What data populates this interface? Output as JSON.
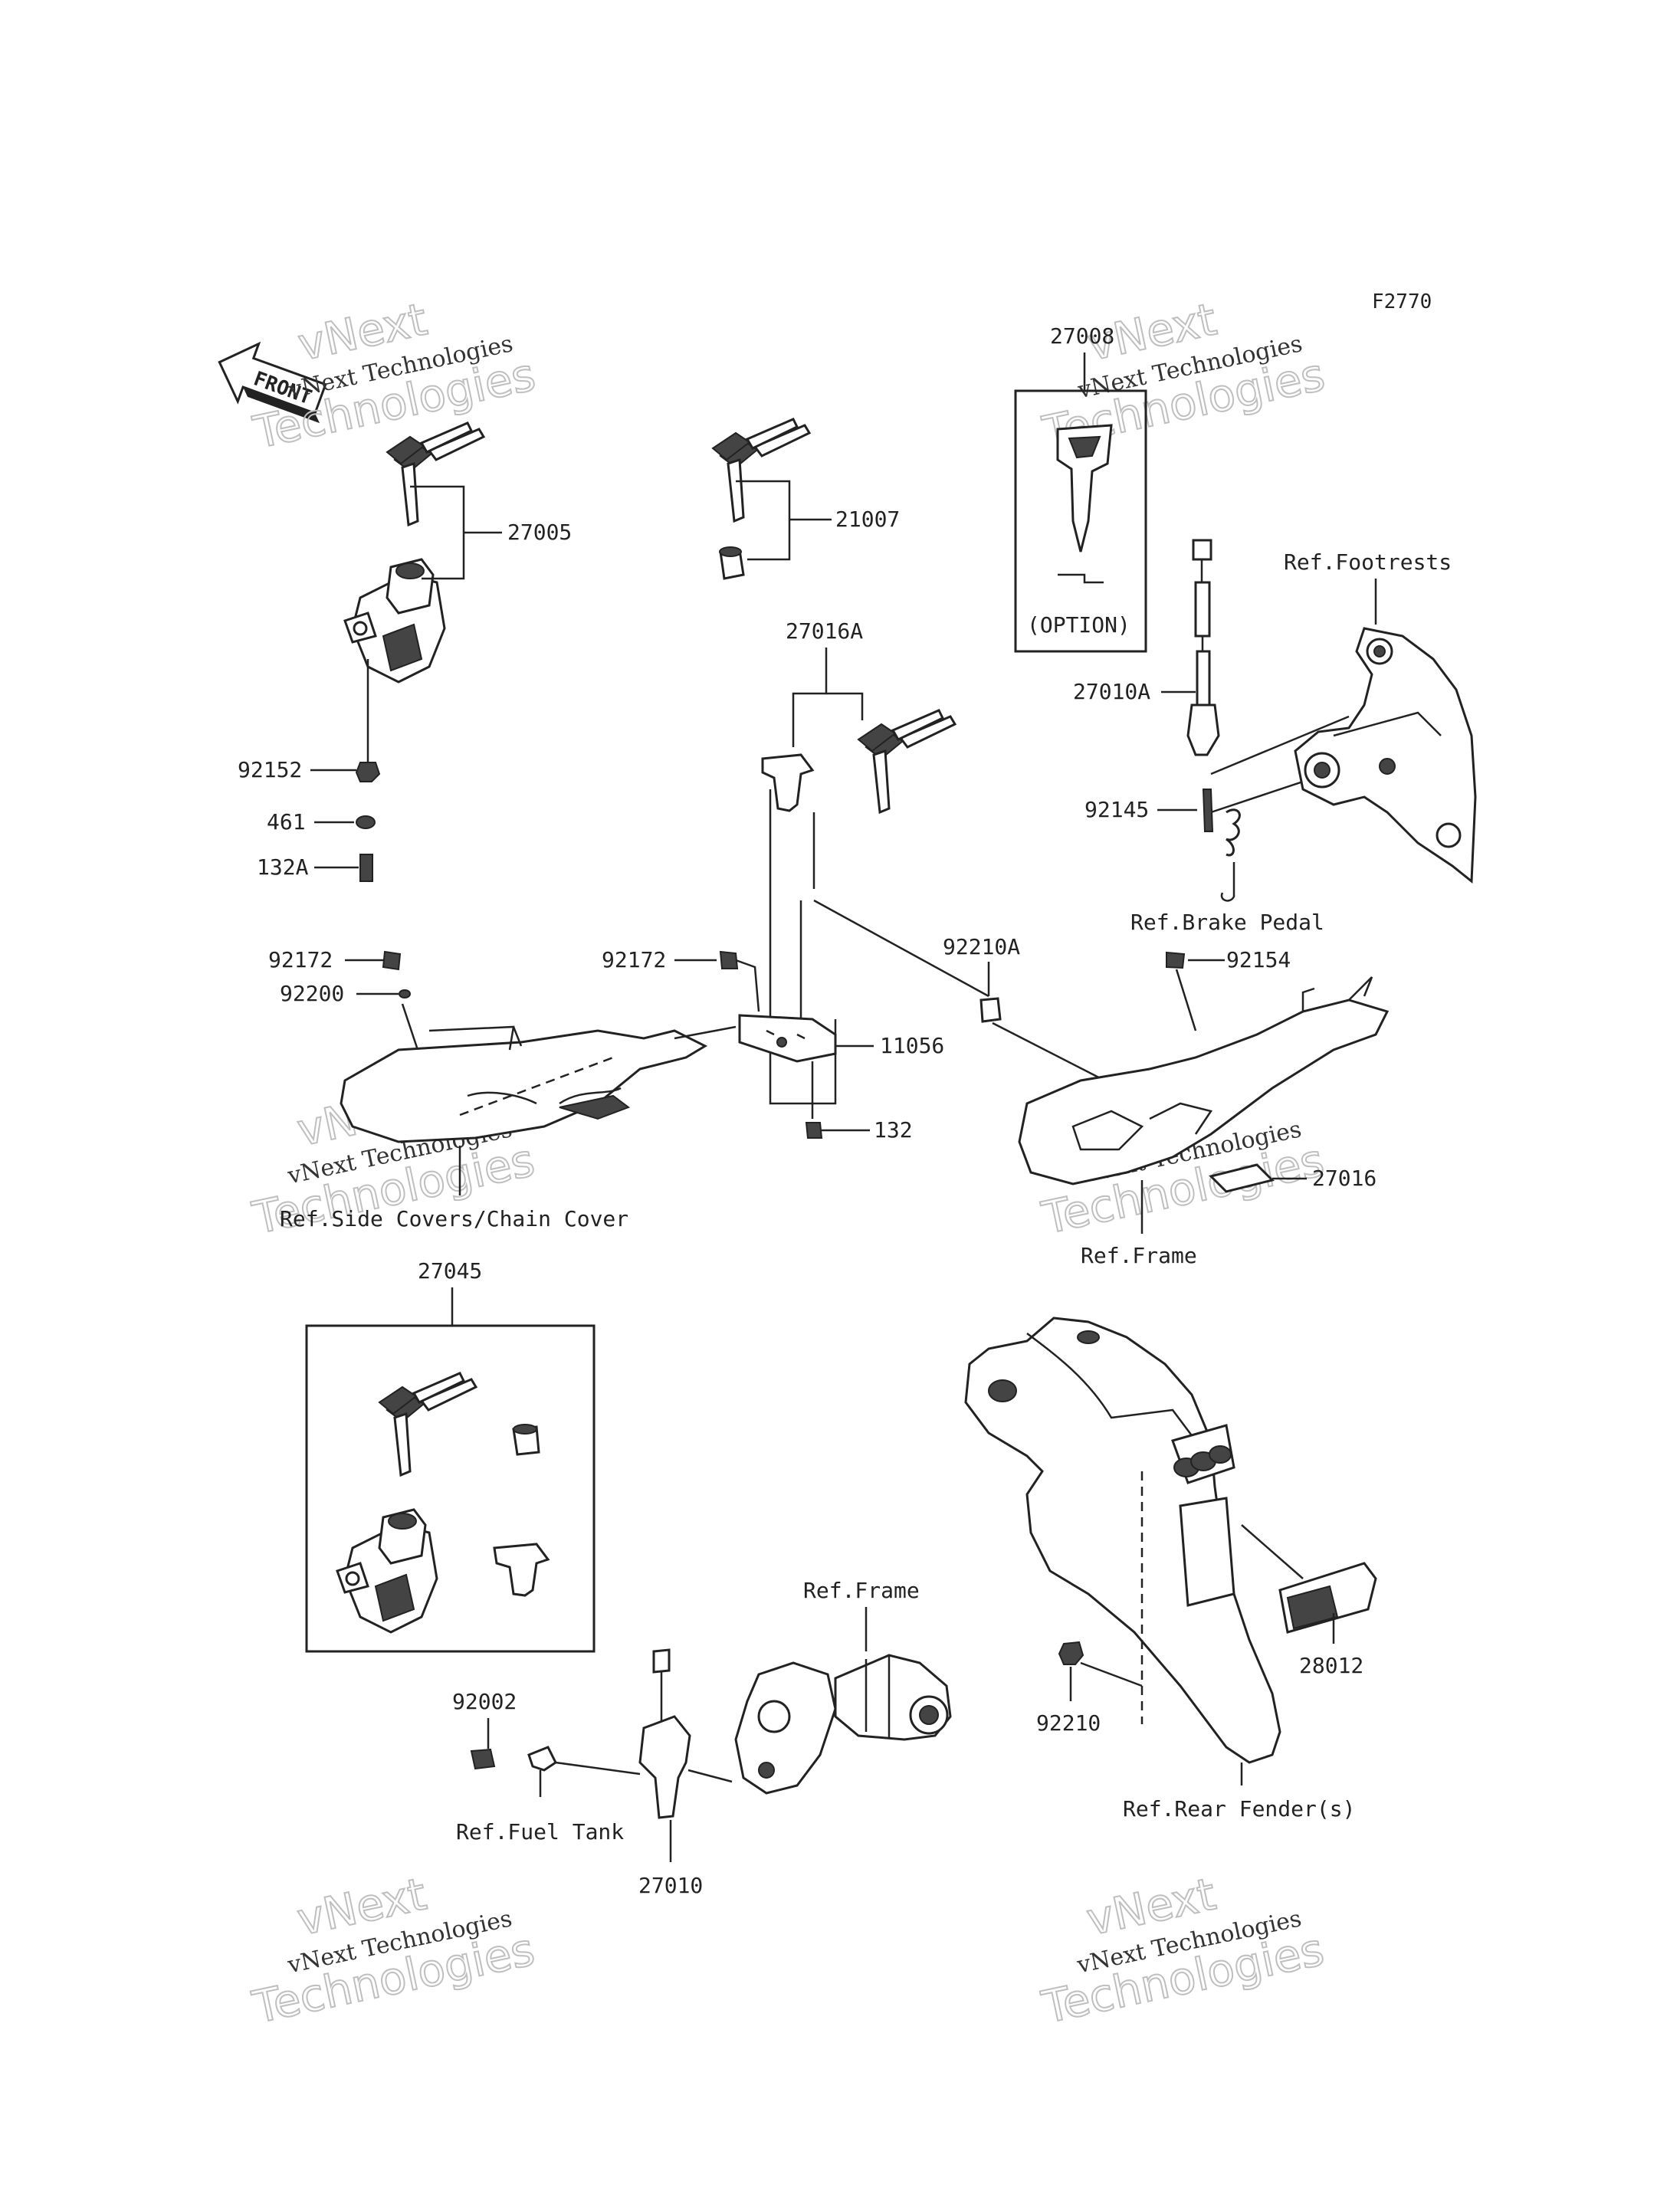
{
  "diagram_code": "F2770",
  "front_label": "FRONT",
  "watermark_brand": "vNext Technologies",
  "watermark_word": "Technologies",
  "watermark_top": "vNext",
  "parts": {
    "p27005": "27005",
    "p21007": "21007",
    "p27008": "27008",
    "p27008_option": "(OPTION)",
    "p27016A": "27016A",
    "p27010A": "27010A",
    "p92152": "92152",
    "p461": "461",
    "p132A": "132A",
    "p92145": "92145",
    "p92172_left": "92172",
    "p92200": "92200",
    "p92172_mid": "92172",
    "p92210A": "92210A",
    "p92154": "92154",
    "p11056": "11056",
    "p132": "132",
    "p27016": "27016",
    "p27045": "27045",
    "p92002": "92002",
    "p27010": "27010",
    "p92210": "92210",
    "p28012": "28012"
  },
  "refs": {
    "footrests": "Ref.Footrests",
    "brake_pedal": "Ref.Brake Pedal",
    "side_covers": "Ref.Side Covers/Chain Cover",
    "frame_right": "Ref.Frame",
    "frame_lower": "Ref.Frame",
    "fuel_tank": "Ref.Fuel Tank",
    "rear_fender": "Ref.Rear Fender(s)"
  }
}
